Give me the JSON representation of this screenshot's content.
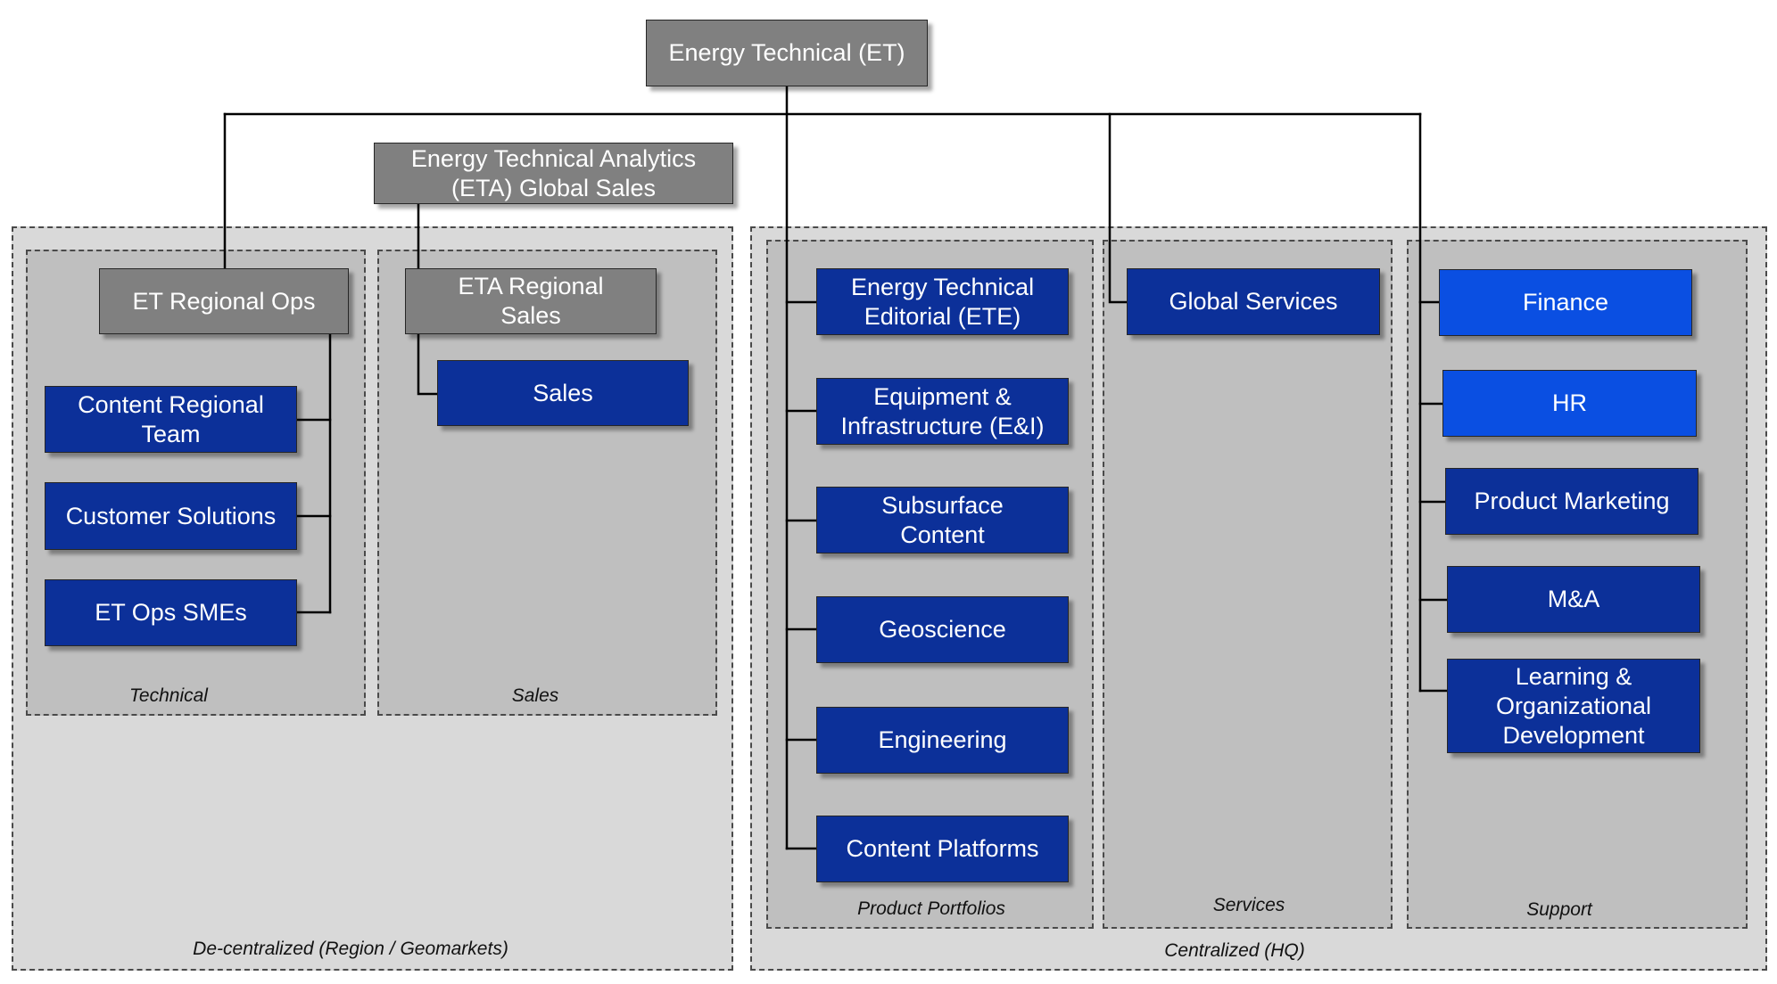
{
  "root": {
    "label": "Energy Technical (ET)"
  },
  "eta_global_sales": {
    "label": "Energy Technical Analytics (ETA) Global Sales"
  },
  "decentralized": {
    "label": "De-centralized (Region / Geomarkets)",
    "technical": {
      "label": "Technical",
      "head": "ET Regional Ops",
      "units": [
        "Content Regional Team",
        "Customer Solutions",
        "ET Ops SMEs"
      ]
    },
    "sales": {
      "label": "Sales",
      "head": "ETA Regional Sales",
      "units": [
        "Sales"
      ]
    }
  },
  "centralized": {
    "label": "Centralized (HQ)",
    "product_portfolios": {
      "label": "Product Portfolios",
      "units": [
        "Energy Technical Editorial (ETE)",
        "Equipment & Infrastructure (E&I)",
        "Subsurface Content",
        "Geoscience",
        "Engineering",
        "Content Platforms"
      ]
    },
    "services": {
      "label": "Services",
      "units": [
        "Global Services"
      ]
    },
    "support": {
      "label": "Support",
      "units": [
        "Finance",
        "HR",
        "Product Marketing",
        "M&A",
        "Learning & Organizational Development"
      ]
    }
  },
  "colors": {
    "manager_box": "#808080",
    "unit_box": "#0c3099",
    "highlight_box": "#0a4fe2",
    "group_background": "#d9d9d9",
    "team_background": "#bfbfbf",
    "connector": "#000000",
    "box_text": "#ffffff"
  }
}
